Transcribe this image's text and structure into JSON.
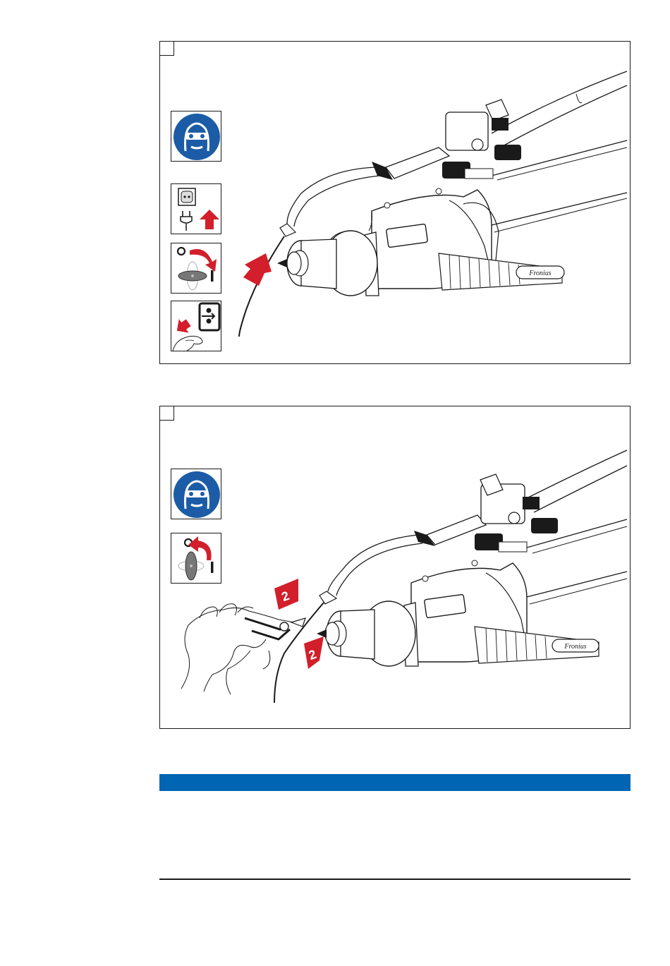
{
  "figures": [
    {
      "step_box": "",
      "icons": [
        "eye-protection-icon",
        "unplug-mains-icon",
        "switch-off-icon",
        "wire-feed-button-icon"
      ],
      "torch_logo": "Fronius"
    },
    {
      "step_box": "",
      "icons": [
        "eye-protection-icon",
        "switch-on-icon"
      ],
      "step_markers": [
        "2",
        "2"
      ],
      "torch_logo": "Fronius"
    }
  ],
  "colors": {
    "safety_blue": "#1c5ca6",
    "arrow_red": "#d21f2b",
    "note_bar": "#0065b3",
    "line": "#1a1a1a"
  },
  "note": {
    "title": ""
  }
}
